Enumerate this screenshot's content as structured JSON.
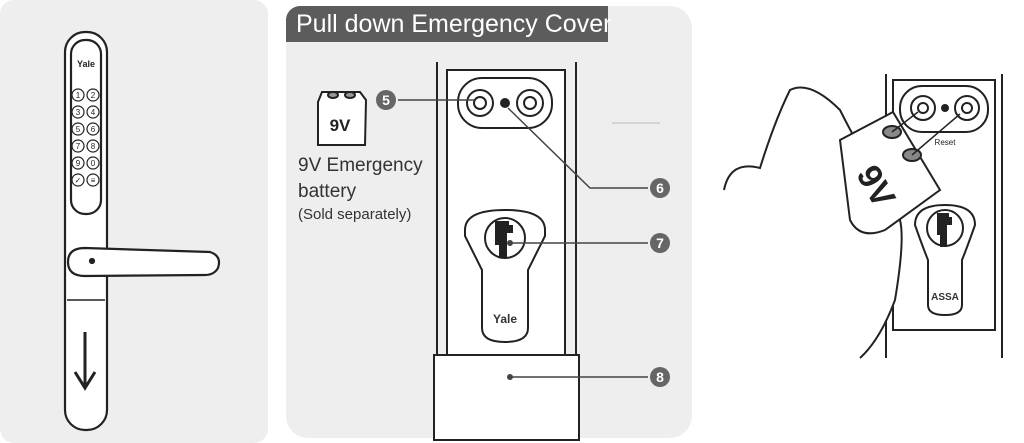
{
  "title": "Pull down Emergency Cover",
  "battery": {
    "line1": "9V Emergency",
    "line2": "battery",
    "note": "(Sold separately)",
    "badge": "9V"
  },
  "callouts": [
    "5",
    "6",
    "7",
    "8"
  ],
  "keypad": [
    "1",
    "2",
    "3",
    "4",
    "5",
    "6",
    "7",
    "8",
    "9",
    "0",
    "✓",
    "≡"
  ],
  "brands": {
    "logo": "Yale",
    "cylinder": "Yale",
    "right_cylinder": "ASSA",
    "reset": "Reset"
  },
  "icons": {
    "arrow": "arrow-down-icon"
  },
  "colors": {
    "panel": "#eeeeee",
    "title_bar": "#5c5c5c",
    "line": "#222222",
    "callout": "#666666"
  }
}
